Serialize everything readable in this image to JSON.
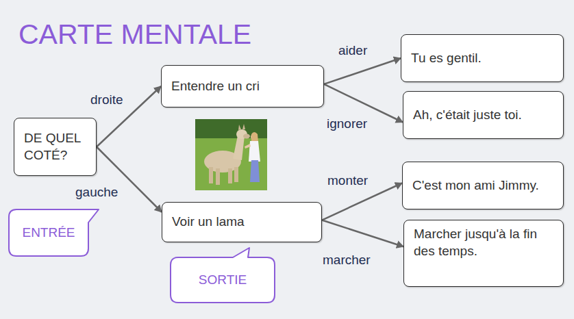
{
  "diagram": {
    "title": "CARTE MENTALE",
    "nodes": [
      {
        "text": [
          "DE QUEL COTÉ?"
        ]
      },
      {
        "text": [
          "Entendre un cri"
        ]
      },
      {
        "text": [
          "Voir un lama"
        ]
      },
      {
        "text": [
          "Tu es gentil."
        ]
      },
      {
        "text": [
          "Ah, c'était juste toi."
        ]
      },
      {
        "text": [
          "C'est mon ami Jimmy."
        ]
      },
      {
        "text": [
          "Marcher jusqu'à la fin des temps."
        ]
      },
      {
        "text": [
          "ENTRÉE"
        ]
      },
      {
        "text": [
          "SORTIE"
        ]
      }
    ],
    "edges": [
      {
        "from": 0,
        "to": 1,
        "label": "droite",
        "arrow": "to"
      },
      {
        "from": 0,
        "to": 2,
        "label": "gauche",
        "arrow": "to"
      },
      {
        "from": 1,
        "to": 3,
        "label": "aider",
        "arrow": "to"
      },
      {
        "from": 1,
        "to": 4,
        "label": "ignorer",
        "arrow": "to"
      },
      {
        "from": 2,
        "to": 5,
        "label": "monter",
        "arrow": "to"
      },
      {
        "from": 2,
        "to": 6,
        "label": "marcher",
        "arrow": "to"
      }
    ]
  }
}
